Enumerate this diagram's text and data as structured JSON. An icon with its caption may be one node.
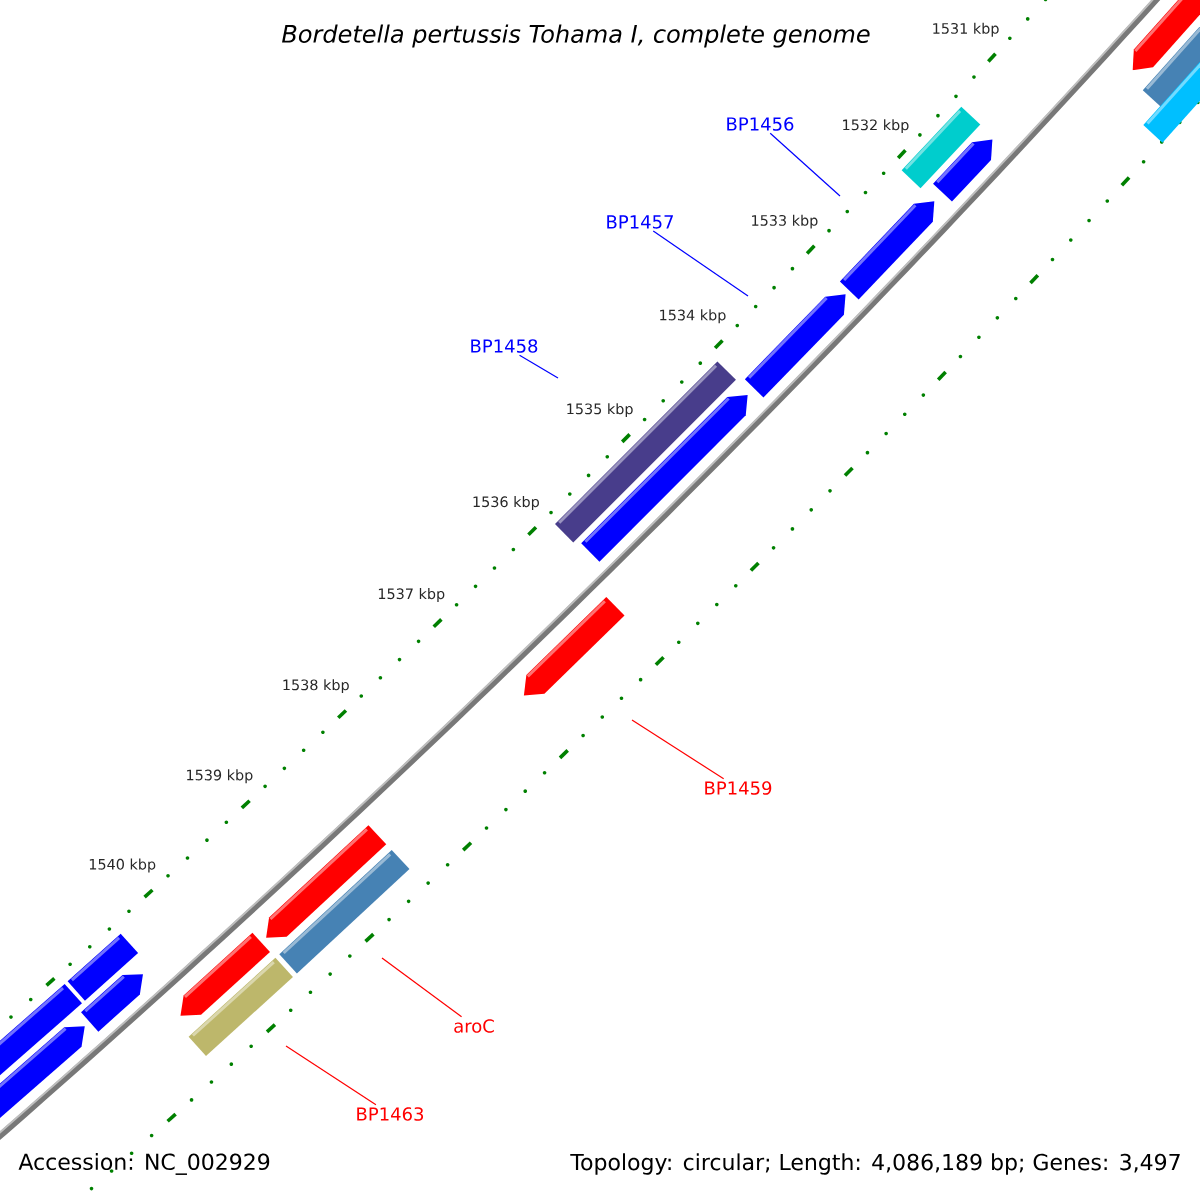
{
  "diagram": {
    "title": "Bordetella pertussis Tohama I, complete genome",
    "nodes": [
      {
        "text": [
          "BP1456"
        ]
      },
      {
        "text": [
          "BP1457"
        ]
      },
      {
        "text": [
          "BP1458"
        ]
      },
      {
        "text": [
          "BP1459"
        ]
      },
      {
        "text": [
          "aroC"
        ]
      },
      {
        "text": [
          "BP1463"
        ]
      }
    ],
    "edges": [
      {
        "from": 0,
        "to": null,
        "arrow": "none",
        "color": "#0000ff"
      },
      {
        "from": 1,
        "to": null,
        "arrow": "none",
        "color": "#0000ff"
      },
      {
        "from": 2,
        "to": null,
        "arrow": "none",
        "color": "#0000ff"
      },
      {
        "from": 3,
        "to": null,
        "arrow": "none",
        "color": "#ff0000"
      },
      {
        "from": 4,
        "to": null,
        "arrow": "none",
        "color": "#ff0000"
      },
      {
        "from": 5,
        "to": null,
        "arrow": "none",
        "color": "#ff0000"
      }
    ],
    "labels": [
      "1531 kbp",
      "1532 kbp",
      "1533 kbp",
      "1534 kbp",
      "1535 kbp",
      "1536 kbp",
      "1537 kbp",
      "1538 kbp",
      "1539 kbp",
      "1540 kbp",
      "Accession: NC_002929",
      "Topology: circular; Length: 4,086,189 bp; Genes: 3,497"
    ]
  }
}
